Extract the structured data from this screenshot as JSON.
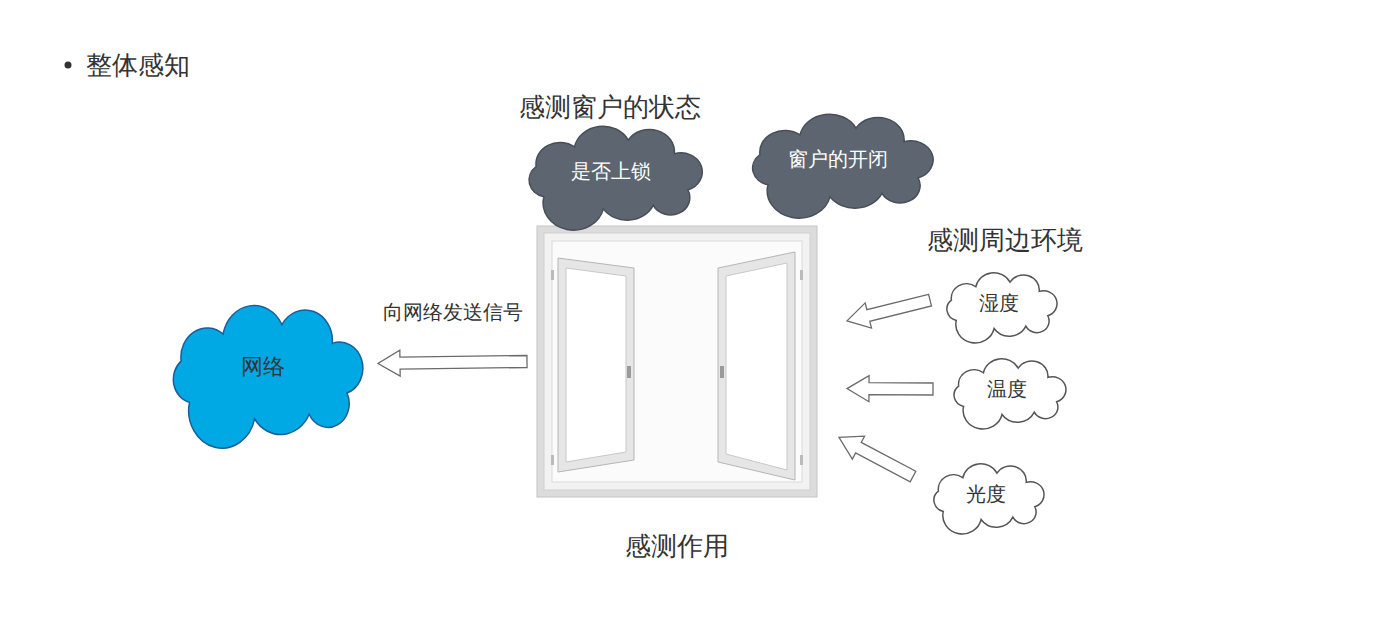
{
  "diagram": {
    "title": "整体感知",
    "nodes": [
      {
        "text": [
          "是否上锁"
        ]
      },
      {
        "text": [
          "窗户的开闭"
        ]
      },
      {
        "text": [
          "网络"
        ]
      },
      {
        "text": [
          "感测作用"
        ]
      },
      {
        "text": [
          "湿度"
        ]
      },
      {
        "text": [
          "温度"
        ]
      },
      {
        "text": [
          "光度"
        ]
      }
    ],
    "edges": [
      {
        "from": 3,
        "to": 2,
        "arrow": "to",
        "label": "向网络发送信号"
      },
      {
        "from": 4,
        "to": 3,
        "arrow": "to"
      },
      {
        "from": 5,
        "to": 3,
        "arrow": "to"
      },
      {
        "from": 6,
        "to": 3,
        "arrow": "to"
      }
    ],
    "labels": [
      "感测窗户的状态",
      "感测周边环境"
    ]
  }
}
